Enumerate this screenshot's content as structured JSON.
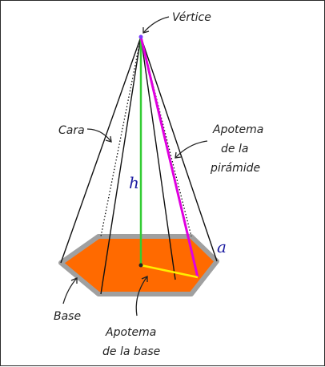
{
  "diagram": {
    "labels": {
      "vertex": "Vértice",
      "face": "Cara",
      "apothem_pyramid_line1": "Apotema",
      "apothem_pyramid_line2": "de la",
      "apothem_pyramid_line3": "pirámide",
      "base": "Base",
      "apothem_base_line1": "Apotema",
      "apothem_base_line2": "de la base",
      "height_symbol": "h",
      "side_symbol": "a"
    },
    "colors": {
      "base_fill": "#ff6a00",
      "base_border": "#a0a0a0",
      "height_line": "#33cc33",
      "apothem_pyramid_line": "#e000e0",
      "apothem_base_line": "#ffee00",
      "edges": "#111111",
      "symbols": "#1a1aa0"
    }
  }
}
